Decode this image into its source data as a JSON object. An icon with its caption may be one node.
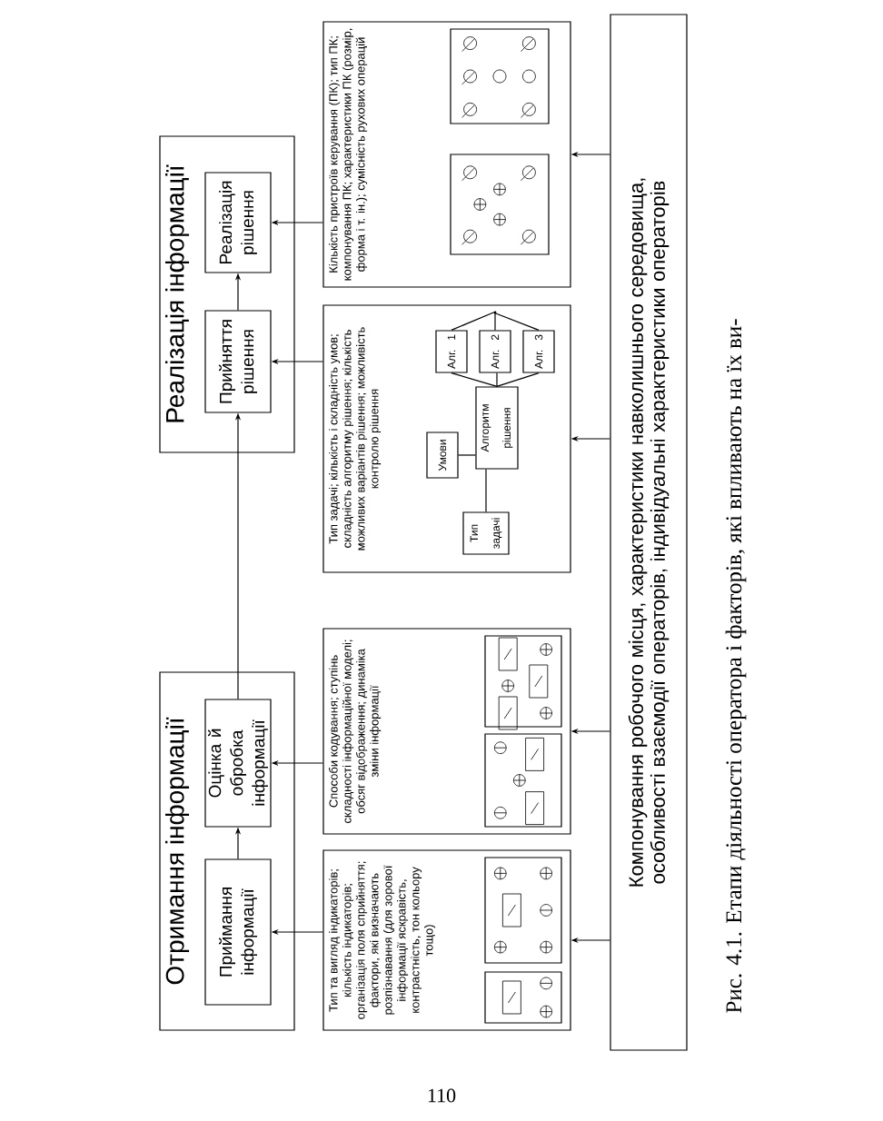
{
  "diagram": {
    "caption": "Рис. 4.1. Етапи діяльності оператора і факторів, які впливають на їх ви-",
    "nodes": [
      {
        "text": [
          "Отримання інформації"
        ]
      },
      {
        "text": [
          "Приймання інформації"
        ],
        "in": 0
      },
      {
        "text": [
          "Оцінка й обробка інформації"
        ],
        "in": 0
      },
      {
        "text": [
          "Реалізація інформації"
        ]
      },
      {
        "text": [
          "Прийняття рішення"
        ],
        "in": 3
      },
      {
        "text": [
          "Реалізація рішення"
        ],
        "in": 3
      },
      {
        "text": [
          "Тип та вигляд індикаторів; кількість індикаторів; організація поля сприйняття; фактори, які визначають розпізнавання (для зорової інформації яскравість, контрастність, тон кольору тощо)"
        ]
      },
      {
        "text": [
          "Способи кодування; ступінь складності інформаційної моделі; обсяг відображення; динаміка зміни інформації"
        ]
      },
      {
        "text": [
          "Тип задачі; кількість і складність умов; складність алгоритму рішення; кількість можливих варіантів рішення; можливість контролю рішення"
        ]
      },
      {
        "text": [
          "Тип задачі"
        ],
        "in": 8
      },
      {
        "text": [
          "Умови"
        ],
        "in": 8
      },
      {
        "text": [
          "Алгоритм рішення"
        ],
        "in": 8
      },
      {
        "text": [
          "Алг. 1"
        ],
        "in": 8
      },
      {
        "text": [
          "Алг. 2"
        ],
        "in": 8
      },
      {
        "text": [
          "Алг. 3"
        ],
        "in": 8
      },
      {
        "text": [
          "Кількість пристроїв керування (ПК); тип ПК; компонування ПК; характеристики ПК (розмір, форма і т. ін.); сумісність рухових операцій"
        ]
      },
      {
        "text": [
          "Компонування робочого місця, характеристики навколишнього середовища, особливості взаємодії операторів, індивідуальні характеристики операторів"
        ]
      },
      {
        "text": [],
        "shape": "point",
        "in": 8
      }
    ],
    "edges": [
      {
        "from": 1,
        "to": 2,
        "arrow": "to"
      },
      {
        "from": 2,
        "to": 4,
        "arrow": "to"
      },
      {
        "from": 4,
        "to": 5,
        "arrow": "to"
      },
      {
        "from": 6,
        "to": 1,
        "arrow": "to"
      },
      {
        "from": 7,
        "to": 2,
        "arrow": "to"
      },
      {
        "from": 8,
        "to": 4,
        "arrow": "to"
      },
      {
        "from": 15,
        "to": 5,
        "arrow": "to"
      },
      {
        "from": 16,
        "to": 6,
        "arrow": "to"
      },
      {
        "from": 16,
        "to": 7,
        "arrow": "to"
      },
      {
        "from": 16,
        "to": 8,
        "arrow": "to"
      },
      {
        "from": 16,
        "to": 15,
        "arrow": "to"
      },
      {
        "from": 9,
        "to": 11,
        "arrow": "none"
      },
      {
        "from": 10,
        "to": 11,
        "arrow": "none"
      },
      {
        "from": 11,
        "to": 12,
        "arrow": "none"
      },
      {
        "from": 11,
        "to": 13,
        "arrow": "none"
      },
      {
        "from": 11,
        "to": 14,
        "arrow": "none"
      },
      {
        "from": 12,
        "to": 17,
        "arrow": "none"
      },
      {
        "from": 13,
        "to": 17,
        "arrow": "none"
      },
      {
        "from": 14,
        "to": 17,
        "arrow": "none"
      }
    ],
    "labels": [
      "110"
    ]
  }
}
